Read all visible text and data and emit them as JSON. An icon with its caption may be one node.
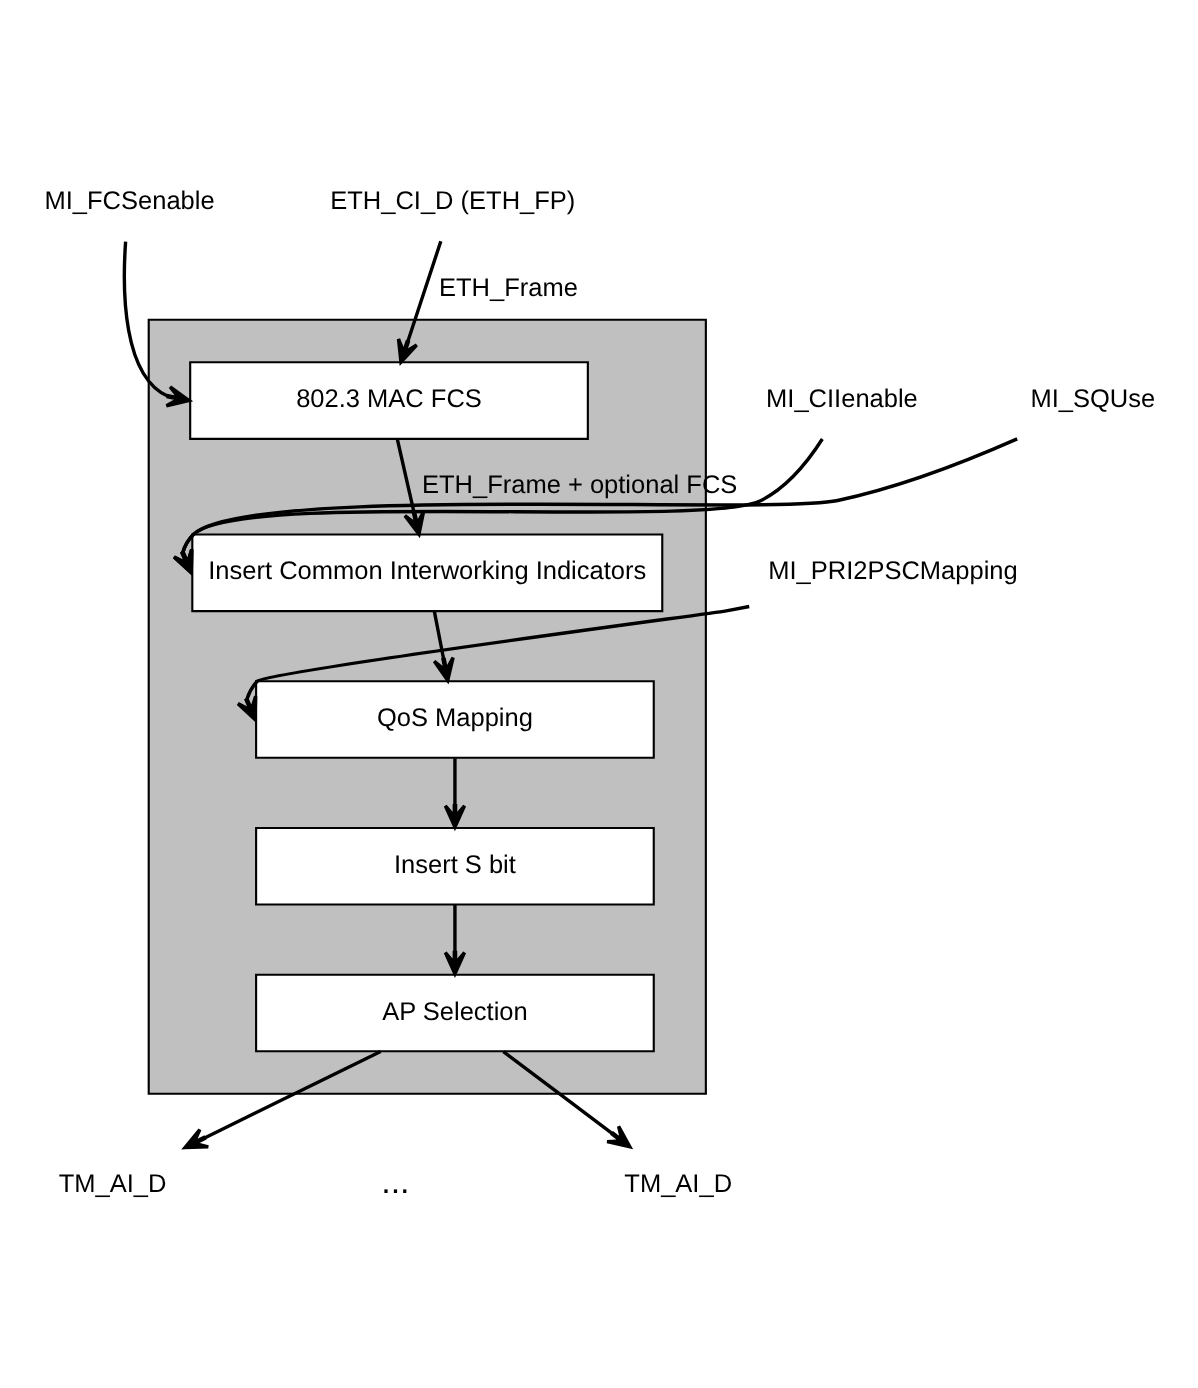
{
  "diagram": {
    "nodes": [
      {
        "text": [
          "ETH_CI_D (ETH_FP)"
        ]
      },
      {
        "text": [],
        "shape": "box"
      },
      {
        "text": [
          "MI_FCSenable"
        ]
      },
      {
        "text": [
          "802.3 MAC FCS"
        ],
        "in": 1
      },
      {
        "text": [
          "MI_CIIenable"
        ]
      },
      {
        "text": [
          "MI_SQUse"
        ]
      },
      {
        "text": [
          "Insert Common Interworking Indicators"
        ],
        "in": 1
      },
      {
        "text": [
          "MI_PRI2PSCMapping"
        ]
      },
      {
        "text": [
          "QoS Mapping"
        ],
        "in": 1
      },
      {
        "text": [
          "Insert S bit"
        ],
        "in": 1
      },
      {
        "text": [
          "AP Selection"
        ],
        "in": 1
      },
      {
        "text": [
          "TM_AI_D"
        ]
      },
      {
        "text": [
          "TM_AI_D"
        ]
      }
    ],
    "edges": [
      {
        "from": 0,
        "to": 3,
        "arrow": "to",
        "label": "ETH_Frame"
      },
      {
        "from": 2,
        "to": 3,
        "arrow": "to"
      },
      {
        "from": 3,
        "to": 6,
        "arrow": "to",
        "label": "ETH_Frame + optional FCS"
      },
      {
        "from": 4,
        "to": 6,
        "arrow": "to"
      },
      {
        "from": 5,
        "to": 6,
        "arrow": "to"
      },
      {
        "from": 6,
        "to": 8,
        "arrow": "to"
      },
      {
        "from": 7,
        "to": 8,
        "arrow": "to"
      },
      {
        "from": 8,
        "to": 9,
        "arrow": "to"
      },
      {
        "from": 9,
        "to": 10,
        "arrow": "to"
      },
      {
        "from": 10,
        "to": 11,
        "arrow": "to"
      },
      {
        "from": 10,
        "to": 12,
        "arrow": "to"
      }
    ],
    "labels": [
      "..."
    ]
  }
}
